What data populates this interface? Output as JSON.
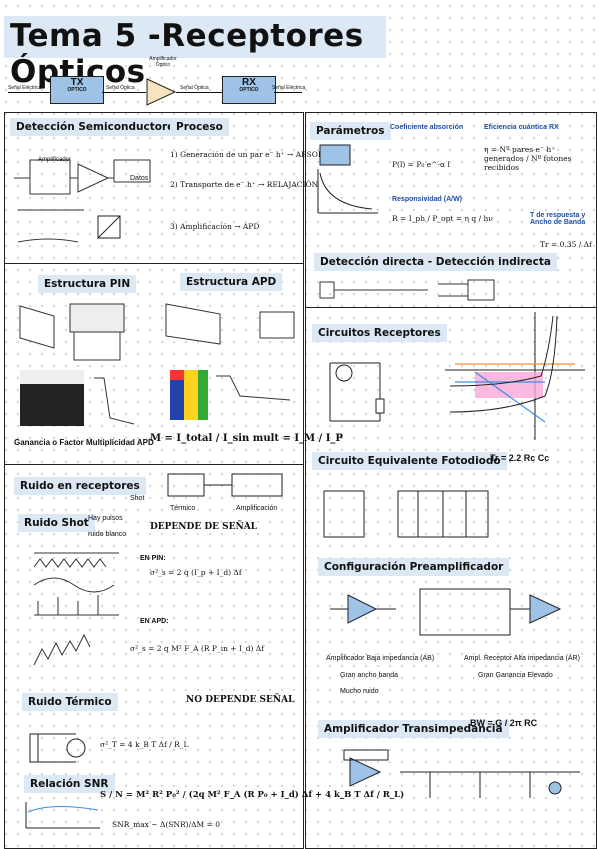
{
  "title": "Tema 5 -Receptores Ópticos",
  "chain": {
    "tx": "TX",
    "tx_sub": "OPTICO",
    "rx": "RX",
    "rx_sub": "OPTICO",
    "amp_label": "Amplificador Óptico",
    "in": "Señal Eléctrica",
    "mid1": "Señal Óptica",
    "mid2": "Señal Óptica",
    "out": "Señal Eléctrica"
  },
  "sections": {
    "det_semi": "Detección Semiconductores",
    "proceso": "Proceso",
    "parametros": "Parámetros",
    "pin": "Estructura PIN",
    "apd": "Estructura APD",
    "det_directa": "Detección directa - Detección indirecta",
    "circuitos": "Circuitos Receptores",
    "ruido": "Ruido en receptores",
    "ruido_shot": "Ruido Shot",
    "ruido_termico": "Ruido Térmico",
    "snr": "Relación SNR",
    "circ_equiv": "Circuito Equivalente Fotodiodo",
    "preamp": "Configuración Preamplificador",
    "transimp": "Amplificador Transimpedancia"
  },
  "notes": {
    "coef_abs": "Coeficiente absorción",
    "eficiencia": "Eficiencia cuántica RX",
    "responsividad": "Responsividad (A/W)",
    "t_resp": "T de respuesta y Ancho de Banda",
    "ganancia": "Ganancia o Factor Multiplicidad APD",
    "depende": "DEPENDE DE SEÑAL",
    "no_depende": "NO DEPENDE SEÑAL",
    "amplificador": "Amplificador",
    "datos": "Datos",
    "en_pin": "EN PIN:",
    "en_apd": "EN APD:",
    "shot": "Shot",
    "termico": "Térmico",
    "amplificacion": "Amplificación",
    "hay_sub": "Hay pulsos",
    "ruido_blanco": "ruido blanco",
    "baja_imp": "Amplificador Baja impedancia (AB)",
    "alta_imp": "Ampl. Receptor Alta impedancia (AR)",
    "gran_ancho": "Gran ancho banda",
    "gran_gan": "Gran Ganancia Elevado",
    "tr_eq": "Tr = 2.2 Rc Cc",
    "bw_eq": "BW = G / 2π RC",
    "mucho_ruido": "Mucho ruido"
  },
  "equations": {
    "pl": "P(l) = P₀ e^-α l",
    "eta": "η = Nº pares e⁻ h⁺ generados / Nº fotones recibidos",
    "resp": "R = I_ph / P_opt = η q / hν",
    "tr": "Tr = 0.35 / Δf",
    "gain": "M = I_total / I_sin mult = I_M / I_P",
    "snr": "S / N = M² R² P₀² / (2q M² F_A (R P₀ + I_d) Δf + 4 k_B T Δf / R_L)",
    "pin_shot": "σ²_s = 2 q (I_p + I_d) Δf",
    "apd_shot": "σ²_s = 2 q M² F_A (R P_in + I_d) Δf",
    "termico": "σ²_T = 4 k_B T Δf / R_L",
    "snr_lim": "SNR_max ~ Δ(SNR)/ΔM = 0"
  },
  "colors": {
    "header_bg": "#dce9f5",
    "box_blue": "#9fc3e6",
    "pink": "#f7a8d8",
    "blue_line": "#3d8fe0",
    "orange": "#f28a2e"
  }
}
